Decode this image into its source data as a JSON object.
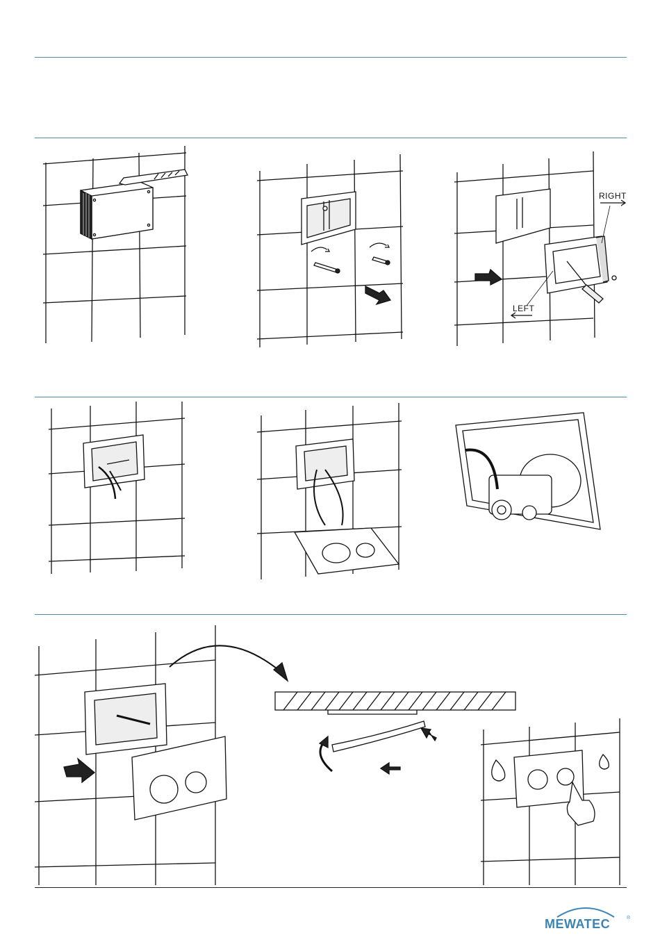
{
  "labels": {
    "right": "RIGHT",
    "left": "LEFT"
  },
  "brand": {
    "name": "MEWATEC",
    "mark": "®",
    "color": "#3a84b3"
  },
  "colors": {
    "rule": "#4a8fa8",
    "line": "#111111"
  },
  "icons": [
    "rotate-arrow-icon",
    "push-arrow-icon",
    "screwdriver-icon",
    "water-drop-icon",
    "hand-press-icon"
  ]
}
